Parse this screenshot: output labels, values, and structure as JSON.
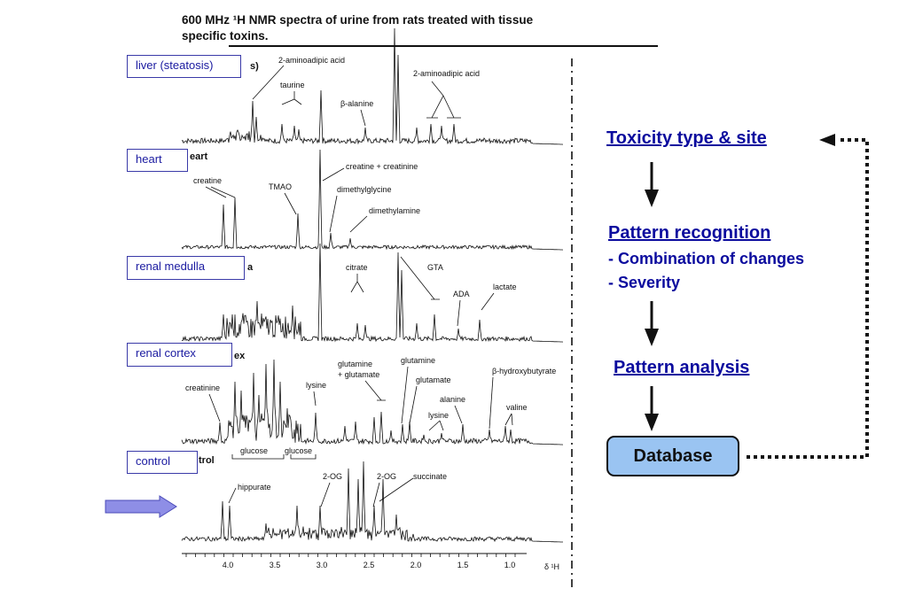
{
  "title_line1": "600 MHz ¹H NMR spectra of urine from rats treated with tissue",
  "title_line2": "specific toxins.",
  "spectra": [
    {
      "box": "liver (steatosis)",
      "head": "s)"
    },
    {
      "box": "heart",
      "head": "eart"
    },
    {
      "box": "renal medulla",
      "head": "a"
    },
    {
      "box": "renal cortex",
      "head": "ex"
    },
    {
      "box": "control",
      "head": "trol"
    }
  ],
  "peak_labels": {
    "liver": [
      "2-aminoadipic acid",
      "taurine",
      "β-alanine",
      "2-aminoadipic acid"
    ],
    "heart": [
      "creatine",
      "TMAO",
      "creatine + creatinine",
      "dimethylglycine",
      "dimethylamine"
    ],
    "medulla": [
      "citrate",
      "GTA",
      "ADA",
      "lactate"
    ],
    "cortex": [
      "creatinine",
      "lysine",
      "glutamine",
      "+ glutamate",
      "glutamine",
      "glutamate",
      "alanine",
      "lysine",
      "β-hydroxybutyrate",
      "valine",
      "glucose",
      "glucose"
    ],
    "control": [
      "hippurate",
      "2-OG",
      "2-OG",
      "succinate"
    ]
  },
  "axis": {
    "ticks": [
      "4.0",
      "3.5",
      "3.0",
      "2.5",
      "2.0",
      "1.5",
      "1.0"
    ],
    "unit": "δ ¹H"
  },
  "flow": {
    "step1": "Toxicity type & site",
    "step2": "Pattern recognition",
    "step2_points": [
      "- Combination of changes",
      "- Severity"
    ],
    "step3": "Pattern analysis",
    "step4": "Database"
  },
  "colors": {
    "flow_text": "#0b0b9e",
    "database_fill": "#9ac4f2",
    "input_arrow": "#8e8ee6",
    "box_border": "#3a3aa8"
  }
}
